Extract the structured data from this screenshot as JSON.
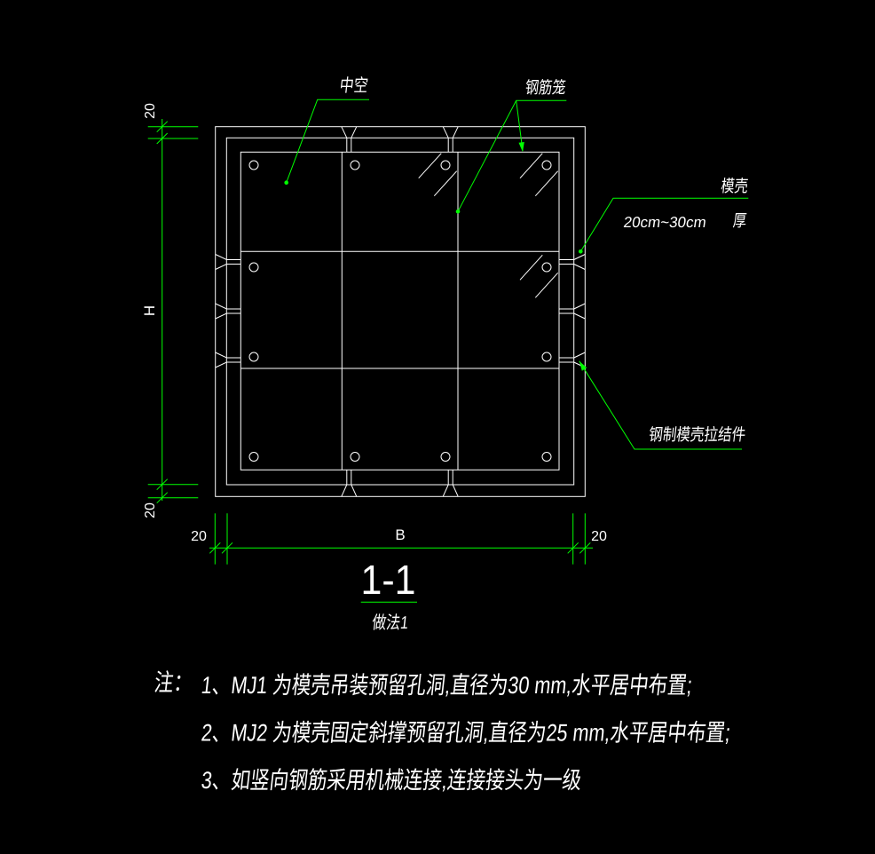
{
  "colors": {
    "background": "#000000",
    "drawing_line": "#ffffff",
    "dimension_line": "#00ff00",
    "text": "#ffffff"
  },
  "callouts": {
    "hollow": "中空",
    "rebar_cage": "钢筋笼",
    "shell_line1": "模壳",
    "shell_line2": "厚",
    "shell_thickness_range": "20cm~30cm",
    "tie_member": "钢制模壳拉结件"
  },
  "dims": {
    "shell_top": "20",
    "height": "H",
    "shell_bottom": "20",
    "shell_left": "20",
    "width": "B",
    "shell_right": "20"
  },
  "title": {
    "section": "1-1",
    "method": "做法1"
  },
  "notes": {
    "label": "注：",
    "items": [
      "1、MJ1 为模壳吊装预留孔洞,直径为30 mm,水平居中布置;",
      "2、MJ2 为模壳固定斜撑预留孔洞,直径为25 mm,水平居中布置;",
      "3、如竖向钢筋采用机械连接,连接接头为一级"
    ]
  }
}
